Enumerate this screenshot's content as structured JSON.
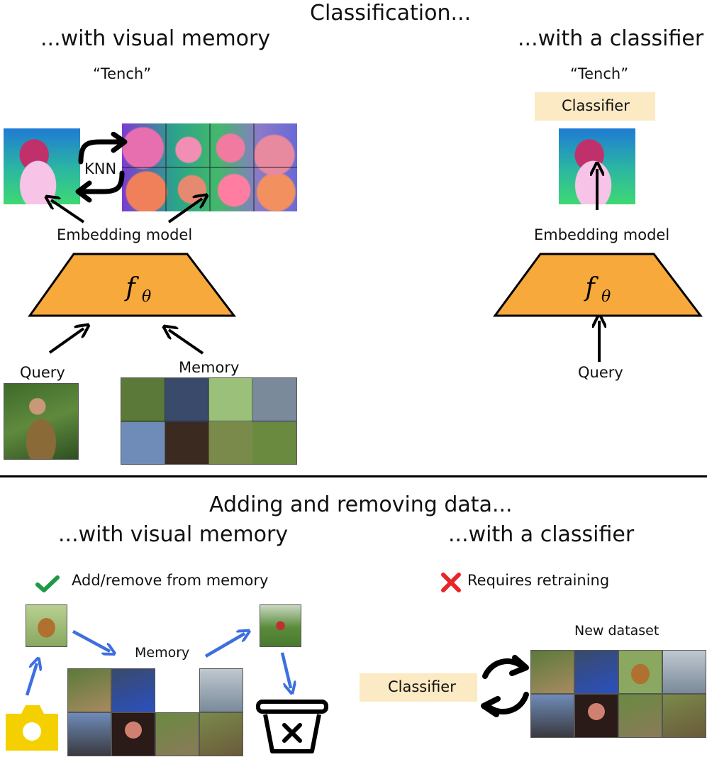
{
  "top": {
    "title": "Classification...",
    "left_heading": "...with visual memory",
    "right_heading": "...with a classifier",
    "left_prediction": "“Tench”",
    "right_prediction": "“Tench”",
    "knn_label": "KNN",
    "left_embedding_label": "Embedding model",
    "right_embedding_label": "Embedding model",
    "classifier_label": "Classifier",
    "query_label_left": "Query",
    "query_label_right": "Query",
    "memory_label": "Memory"
  },
  "bottom": {
    "title": "Adding and removing data...",
    "left_heading": "...with visual memory",
    "right_heading": "...with a classifier",
    "left_note": "Add/remove from memory",
    "right_note": "Requires retraining",
    "memory_label": "Memory",
    "new_dataset_label": "New dataset",
    "classifier_label": "Classifier"
  },
  "colors": {
    "trapezoid": "#f7a93c",
    "classifier_box": "#fbeac4",
    "blue_arrow": "#3d6fe0",
    "check": "#1e9a45",
    "cross": "#e8262a",
    "camera": "#f5d000"
  },
  "icons": {
    "check": "check-icon",
    "cross": "cross-icon",
    "camera": "camera-icon",
    "trash": "trash-icon",
    "swap": "swap-arrows-icon",
    "cycle": "cycle-arrows-icon"
  }
}
